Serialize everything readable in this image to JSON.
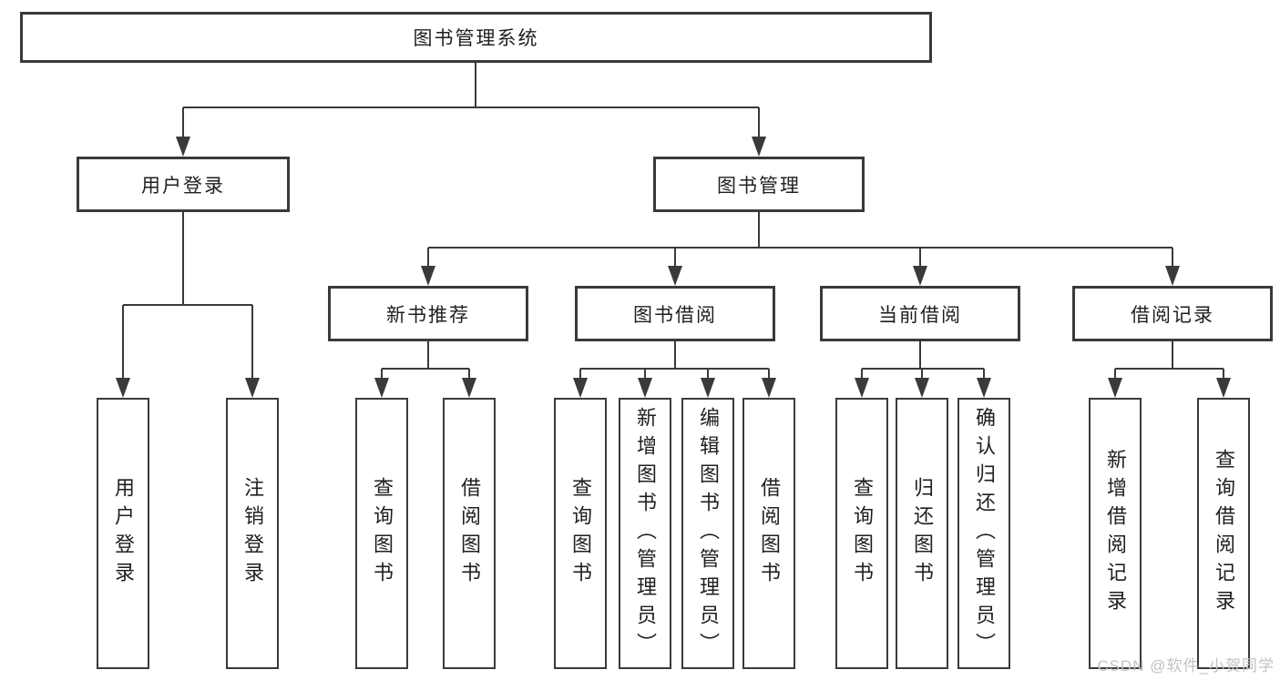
{
  "nodes": {
    "root": "图书管理系统",
    "user_login": "用户登录",
    "book_mgmt": "图书管理",
    "new_book_rec": "新书推荐",
    "book_borrow": "图书借阅",
    "current_borrow": "当前借阅",
    "borrow_records": "借阅记录",
    "leaf_user_login": "用户登录",
    "leaf_logout_login": "注销登录",
    "leaf_query_book_a": "查询图书",
    "leaf_borrow_book_a": "借阅图书",
    "leaf_query_book_b": "查询图书",
    "leaf_add_book_admin": "新增图书（管理员）",
    "leaf_edit_book_admin": "编辑图书（管理员）",
    "leaf_borrow_book_b": "借阅图书",
    "leaf_query_book_c": "查询图书",
    "leaf_return_book": "归还图书",
    "leaf_confirm_return_admin": "确认归还（管理员）",
    "leaf_add_borrow_record": "新增借阅记录",
    "leaf_query_borrow_record": "查询借阅记录"
  },
  "tree": {
    "图书管理系统": [
      "用户登录",
      "图书管理"
    ],
    "用户登录": [
      "用户登录",
      "注销登录"
    ],
    "图书管理": [
      "新书推荐",
      "图书借阅",
      "当前借阅",
      "借阅记录"
    ],
    "新书推荐": [
      "查询图书",
      "借阅图书"
    ],
    "图书借阅": [
      "查询图书",
      "新增图书（管理员）",
      "编辑图书（管理员）",
      "借阅图书"
    ],
    "当前借阅": [
      "查询图书",
      "归还图书",
      "确认归还（管理员）"
    ],
    "借阅记录": [
      "新增借阅记录",
      "查询借阅记录"
    ]
  },
  "watermark": "CSDN @软件_小贺同学",
  "colors": {
    "line": "#3a3a3a",
    "box_border": "#3a3a3a",
    "text": "#1f1f1f",
    "watermark": "#c2c2c2",
    "background": "#ffffff"
  }
}
